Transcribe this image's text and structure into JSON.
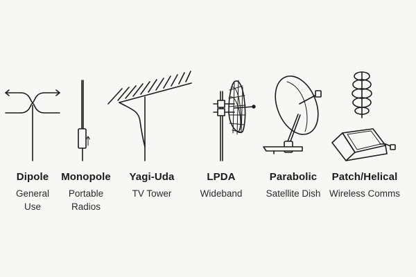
{
  "antennas": [
    {
      "name": "Dipole",
      "use_lines": [
        "General",
        "Use"
      ]
    },
    {
      "name": "Monopole",
      "use_lines": [
        "Portable",
        "Radios"
      ]
    },
    {
      "name": "Yagi-Uda",
      "use_lines": [
        "TV Tower"
      ]
    },
    {
      "name": "LPDA",
      "use_lines": [
        "Wideband"
      ]
    },
    {
      "name": "Parabolic",
      "use_lines": [
        "Satellite Dish"
      ]
    },
    {
      "name": "Patch/Helical",
      "use_lines": [
        "Wireless Comms"
      ]
    }
  ]
}
